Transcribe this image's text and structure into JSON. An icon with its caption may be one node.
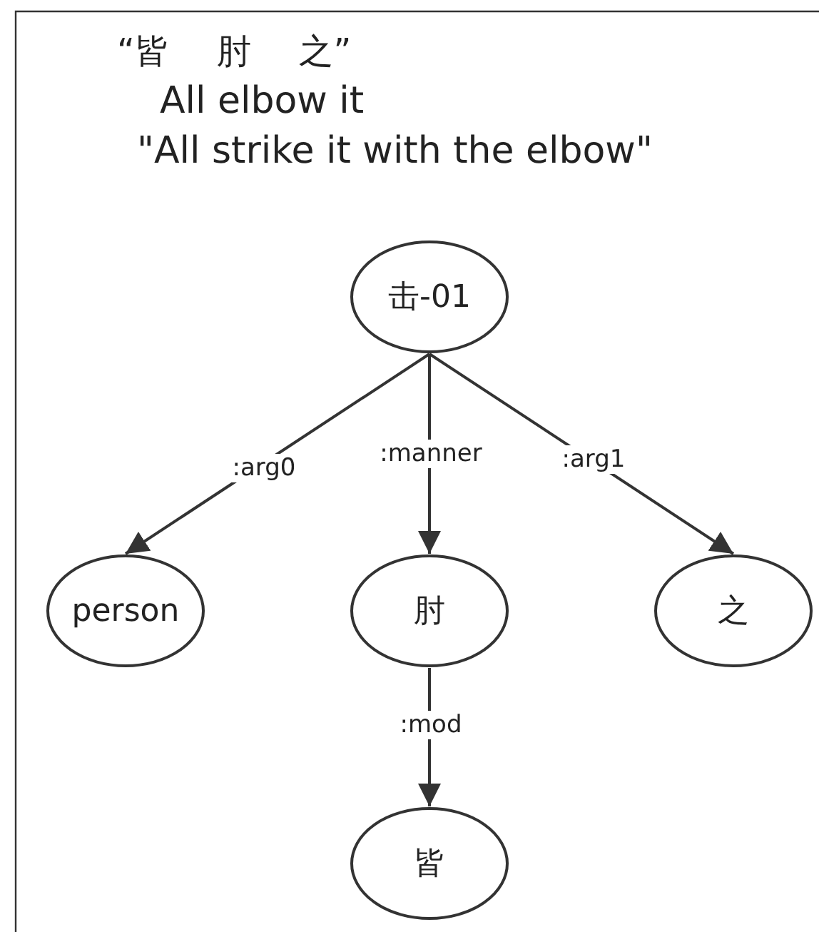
{
  "diagram": {
    "nodes": [
      {
        "text": [
          "击-01"
        ]
      },
      {
        "text": [
          "person"
        ]
      },
      {
        "text": [
          "肘"
        ]
      },
      {
        "text": [
          "之"
        ]
      },
      {
        "text": [
          "皆"
        ]
      }
    ],
    "edges": [
      {
        "from": 0,
        "to": 1,
        "arrow": "to",
        "label": ":arg0"
      },
      {
        "from": 0,
        "to": 2,
        "arrow": "to",
        "label": ":manner"
      },
      {
        "from": 0,
        "to": 3,
        "arrow": "to",
        "label": ":arg1"
      },
      {
        "from": 2,
        "to": 4,
        "arrow": "to",
        "label": ":mod"
      }
    ],
    "labels": [
      "“皆 肘 之”",
      "All elbow it",
      "\"All strike it with the elbow\""
    ]
  }
}
